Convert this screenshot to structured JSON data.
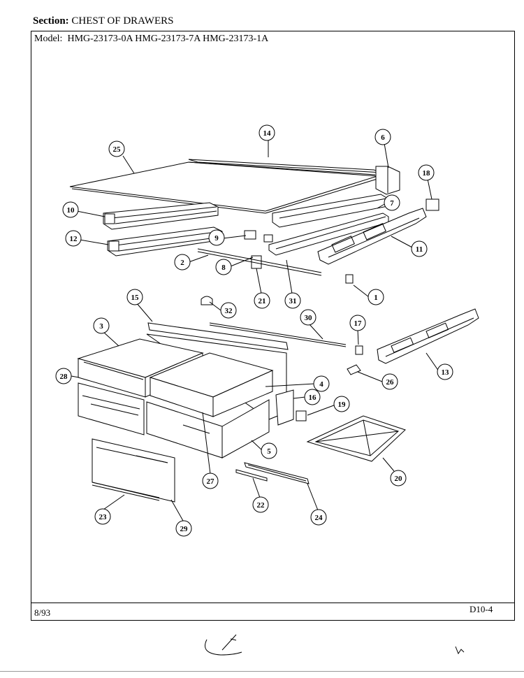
{
  "header": {
    "section_label": "Section:",
    "section_value": "CHEST OF DRAWERS",
    "model_label": "Model:",
    "model_value": "HMG-23173-0A  HMG-23173-7A  HMG-23173-1A"
  },
  "footer": {
    "date": "8/93",
    "page_code": "D10-4"
  },
  "parts": [
    "25",
    "14",
    "6",
    "10",
    "12",
    "18",
    "7",
    "9",
    "11",
    "2",
    "8",
    "21",
    "31",
    "1",
    "15",
    "32",
    "30",
    "3",
    "17",
    "28",
    "4",
    "26",
    "13",
    "16",
    "19",
    "5",
    "20",
    "27",
    "22",
    "24",
    "23",
    "29"
  ]
}
